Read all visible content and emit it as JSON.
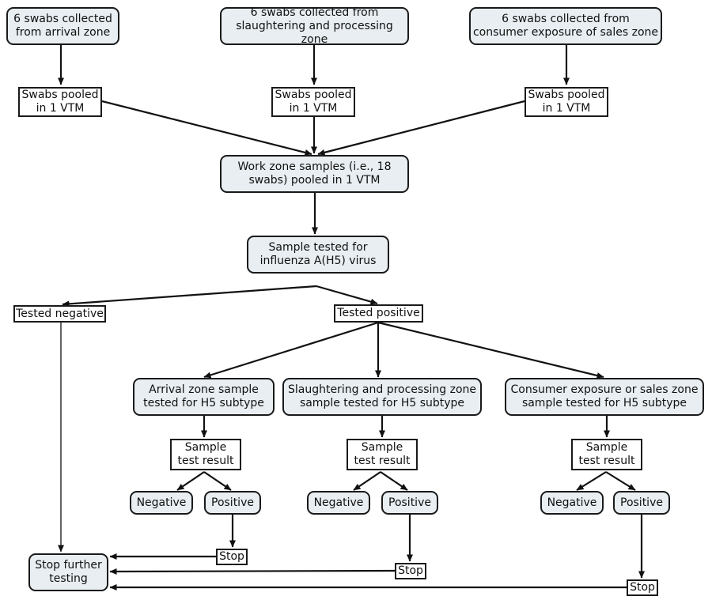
{
  "diagram": {
    "zones": [
      {
        "collect": "6 swabs collected\nfrom arrival zone",
        "pool": "Swabs pooled\nin 1 VTM"
      },
      {
        "collect": "6 swabs collected from\nslaughtering and processing zone",
        "pool": "Swabs pooled\nin 1 VTM"
      },
      {
        "collect": "6 swabs collected from\nconsumer exposure of sales zone",
        "pool": "Swabs pooled\nin 1 VTM"
      }
    ],
    "work_zone_pool": "Work zone samples (i.e., 18\nswabs) pooled in 1 VTM",
    "influenza_test": "Sample tested for\ninfluenza A(H5) virus",
    "tested_negative": "Tested negative",
    "tested_positive": "Tested positive",
    "subtype_tests": [
      {
        "label": "Arrival zone sample\ntested for H5 subtype",
        "result": "Sample\ntest result",
        "negative": "Negative",
        "positive": "Positive",
        "stop": "Stop"
      },
      {
        "label": "Slaughtering and processing zone\nsample tested for H5 subtype",
        "result": "Sample\ntest result",
        "negative": "Negative",
        "positive": "Positive",
        "stop": "Stop"
      },
      {
        "label": "Consumer exposure or sales zone\nsample tested for H5 subtype",
        "result": "Sample\ntest result",
        "negative": "Negative",
        "positive": "Positive",
        "stop": "Stop"
      }
    ],
    "stop_further_testing": "Stop further\ntesting"
  }
}
